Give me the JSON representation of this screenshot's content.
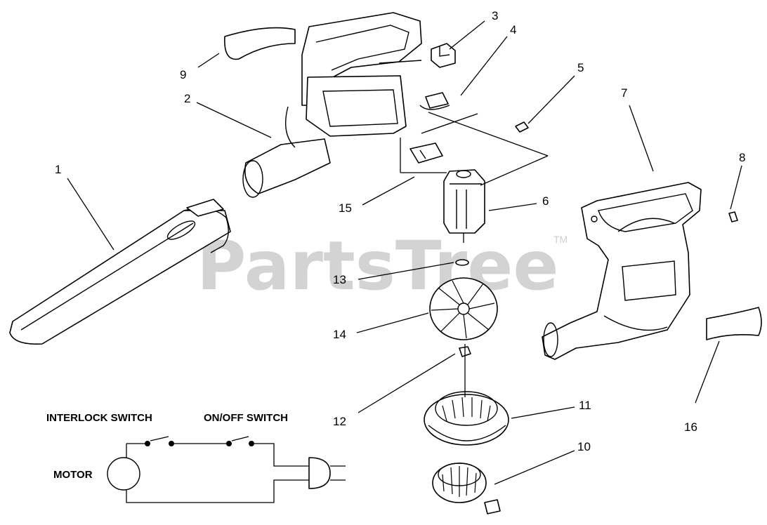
{
  "watermark": {
    "text": "PartsTree",
    "trademark": "TM"
  },
  "callouts": {
    "c1": "1",
    "c2": "2",
    "c3": "3",
    "c4": "4",
    "c5": "5",
    "c6": "6",
    "c7": "7",
    "c8": "8",
    "c9": "9",
    "c10": "10",
    "c11": "11",
    "c12": "12",
    "c13": "13",
    "c14": "14",
    "c15": "15",
    "c16": "16"
  },
  "schematic": {
    "interlock_switch": "INTERLOCK SWITCH",
    "on_off_switch": "ON/OFF SWITCH",
    "motor": "MOTOR"
  }
}
